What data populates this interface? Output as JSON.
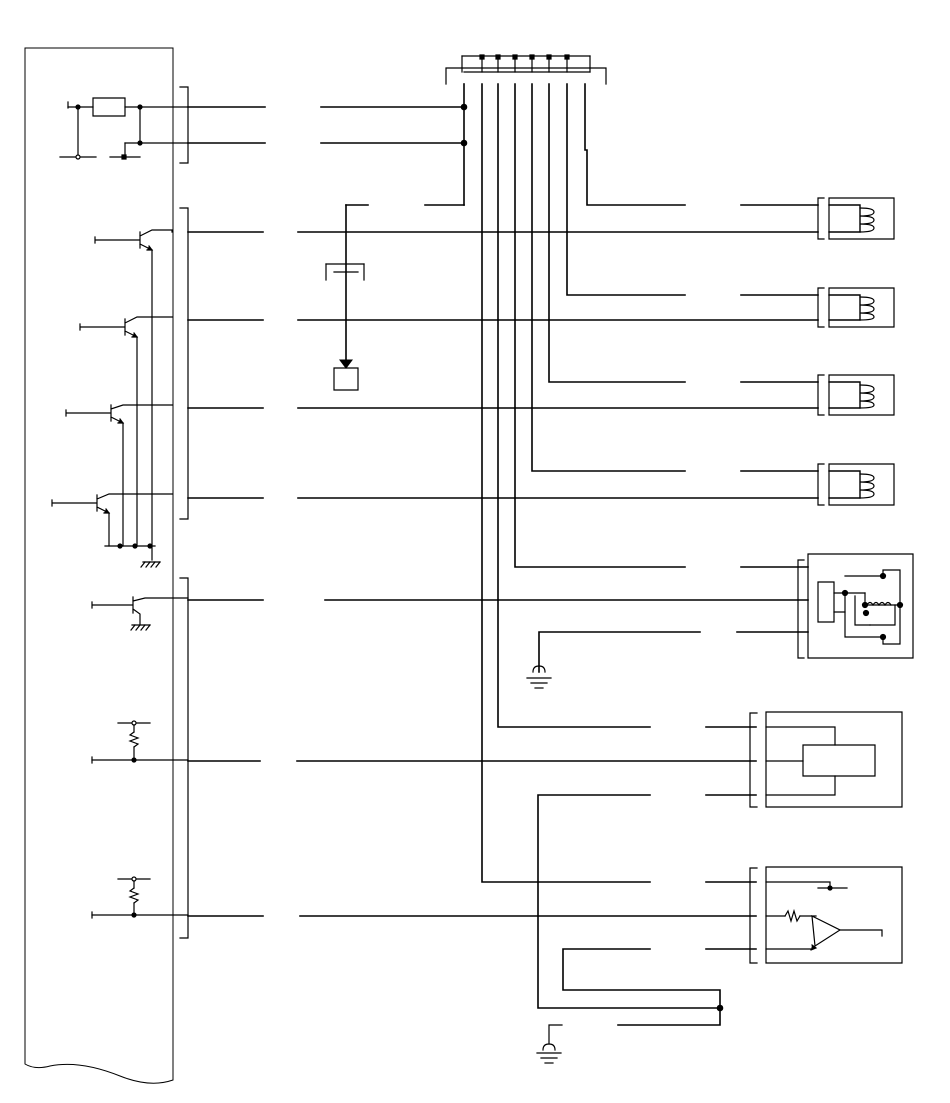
{
  "diagram": {
    "type": "wiring-schematic",
    "labels": [],
    "colors": {
      "ink": "#000000",
      "background": "#ffffff"
    },
    "components": [
      "ecu-module",
      "connector-block",
      "ignition-coil",
      "ignition-coil",
      "ignition-coil",
      "ignition-coil",
      "relay",
      "sensor-module",
      "sensor-module",
      "fuse",
      "ground",
      "ground",
      "ground-chassis",
      "ground-chassis"
    ]
  }
}
